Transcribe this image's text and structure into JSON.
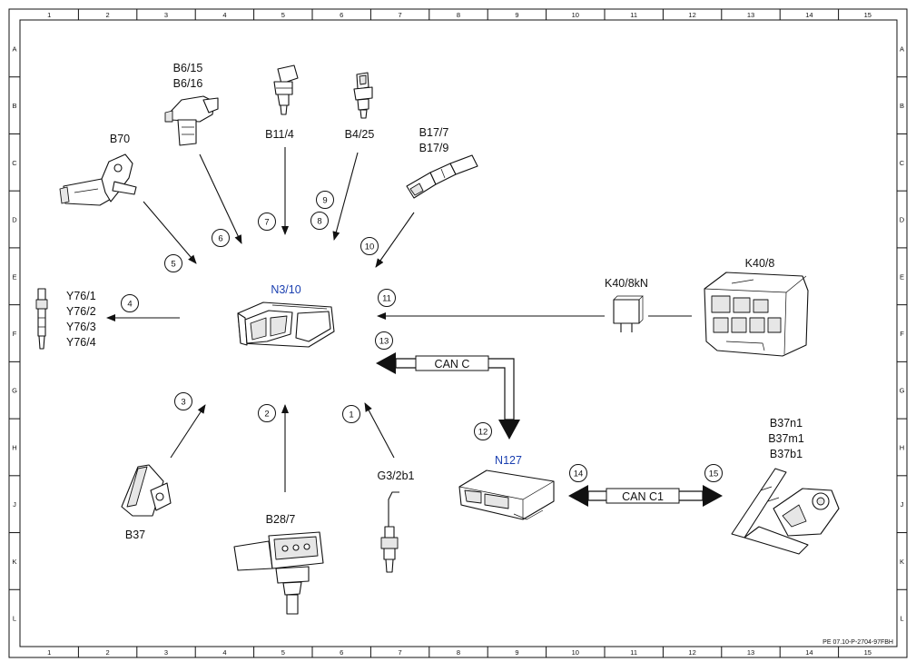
{
  "diagram_ref": "PE 07.10-P-2704-97FBH",
  "grid": {
    "columns": [
      "1",
      "2",
      "3",
      "4",
      "5",
      "6",
      "7",
      "8",
      "9",
      "10",
      "11",
      "12",
      "13",
      "14",
      "15"
    ],
    "rows": [
      "A",
      "B",
      "C",
      "D",
      "E",
      "F",
      "G",
      "H",
      "J",
      "K",
      "L"
    ]
  },
  "components": {
    "ecu": "N3/10",
    "gateway": "N127",
    "b70": "B70",
    "b6_a": "B6/15",
    "b6_b": "B6/16",
    "b11": "B11/4",
    "b4": "B4/25",
    "b17_a": "B17/7",
    "b17_b": "B17/9",
    "y76_1": "Y76/1",
    "y76_2": "Y76/2",
    "y76_3": "Y76/3",
    "y76_4": "Y76/4",
    "k40": "K40/8",
    "k40kn": "K40/8kN",
    "b37": "B37",
    "b28": "B28/7",
    "g3": "G3/2b1",
    "b37n1": "B37n1",
    "b37m1": "B37m1",
    "b37b1": "B37b1"
  },
  "buses": {
    "can_c": "CAN C",
    "can_c1": "CAN C1"
  },
  "callouts": [
    "1",
    "2",
    "3",
    "4",
    "5",
    "6",
    "7",
    "8",
    "9",
    "10",
    "11",
    "12",
    "13",
    "14",
    "15"
  ],
  "colors": {
    "line": "#111111",
    "blue_label": "#1a3fb0"
  }
}
